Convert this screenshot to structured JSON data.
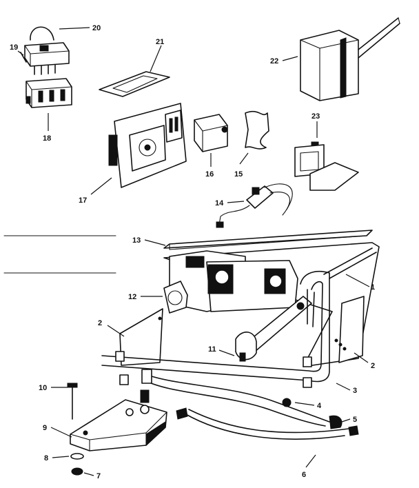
{
  "diagram": {
    "callouts": [
      {
        "id": "1",
        "label": "1"
      },
      {
        "id": "2a",
        "label": "2"
      },
      {
        "id": "2b",
        "label": "2"
      },
      {
        "id": "3",
        "label": "3"
      },
      {
        "id": "4",
        "label": "4"
      },
      {
        "id": "5",
        "label": "5"
      },
      {
        "id": "6",
        "label": "6"
      },
      {
        "id": "7",
        "label": "7"
      },
      {
        "id": "8",
        "label": "8"
      },
      {
        "id": "9",
        "label": "9"
      },
      {
        "id": "10",
        "label": "10"
      },
      {
        "id": "11",
        "label": "11"
      },
      {
        "id": "12",
        "label": "12"
      },
      {
        "id": "13",
        "label": "13"
      },
      {
        "id": "14",
        "label": "14"
      },
      {
        "id": "15",
        "label": "15"
      },
      {
        "id": "16",
        "label": "16"
      },
      {
        "id": "17",
        "label": "17"
      },
      {
        "id": "18",
        "label": "18"
      },
      {
        "id": "19",
        "label": "19"
      },
      {
        "id": "20",
        "label": "20"
      },
      {
        "id": "21",
        "label": "21"
      },
      {
        "id": "22",
        "label": "22"
      },
      {
        "id": "23",
        "label": "23"
      }
    ]
  }
}
